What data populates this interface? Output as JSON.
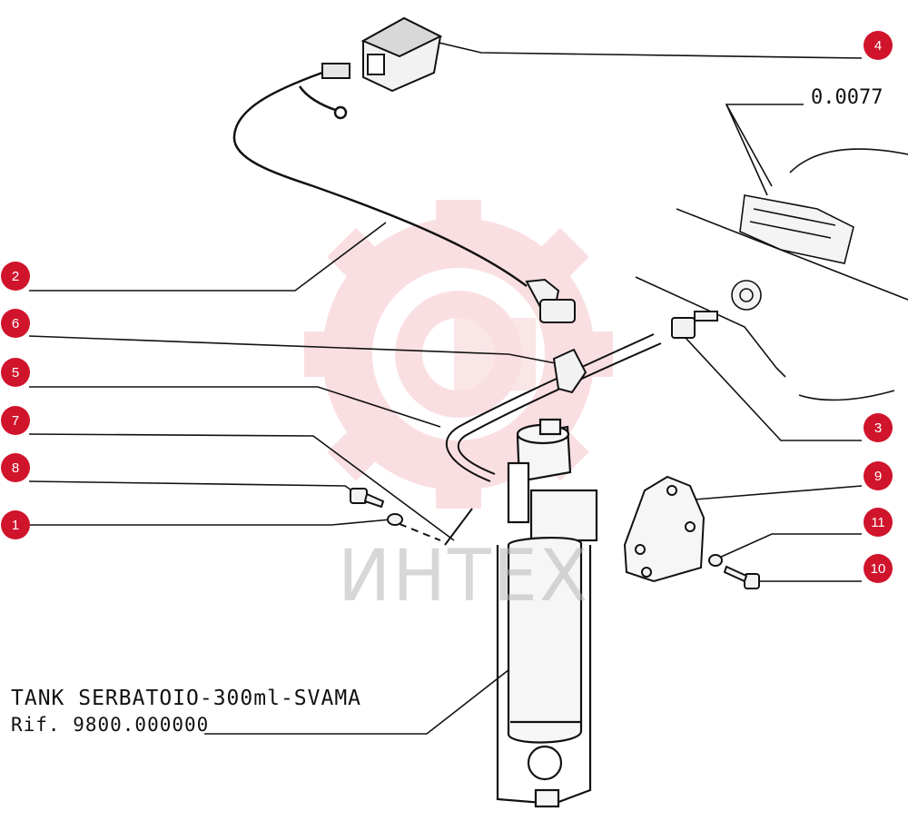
{
  "diagram": {
    "title_line": "TANK SERBATOIO-300ml-SVAMA",
    "ref_line": "Rif. 9800.000000",
    "reference_code": "0.0077",
    "watermark_text": "ИНТЕХ",
    "callouts": [
      "1",
      "2",
      "3",
      "4",
      "5",
      "6",
      "7",
      "8",
      "9",
      "10",
      "11"
    ],
    "colors": {
      "callout": "#d0142c",
      "line": "#111111",
      "watermark": "#f4b9bf"
    },
    "icons": {
      "watermark": "gear-logo-icon"
    }
  }
}
